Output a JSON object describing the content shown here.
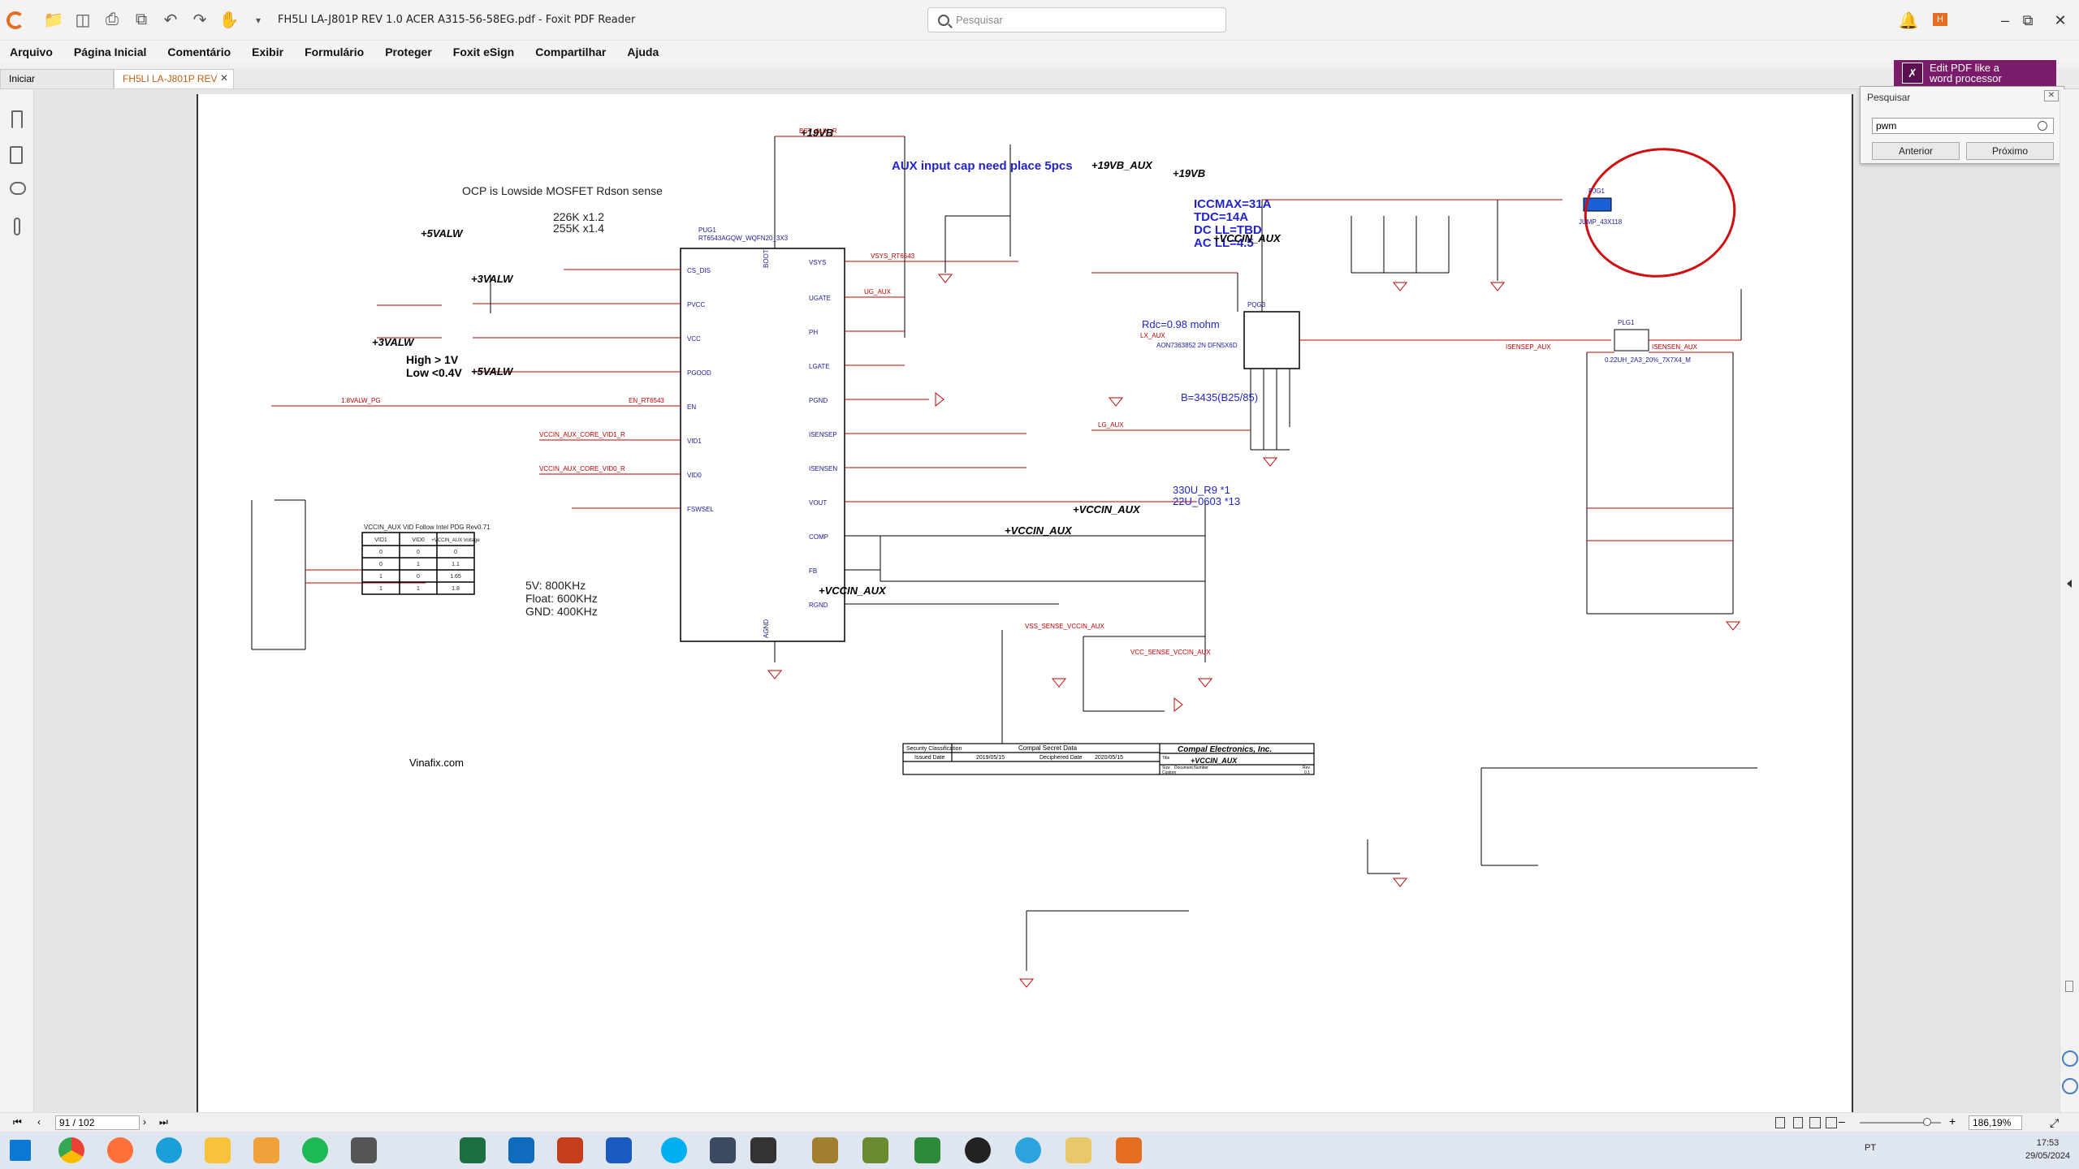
{
  "window": {
    "title": "FH5LI LA-J801P REV 1.0 ACER A315-56-58EG.pdf - Foxit PDF Reader",
    "search_placeholder": "Pesquisar",
    "account_initial": "H"
  },
  "menu": [
    "Arquivo",
    "Página Inicial",
    "Comentário",
    "Exibir",
    "Formulário",
    "Proteger",
    "Foxit eSign",
    "Compartilhar",
    "Ajuda"
  ],
  "tabs": [
    {
      "label": "Iniciar",
      "active": false
    },
    {
      "label": "FH5LI LA-J801P REV ...",
      "active": true
    }
  ],
  "edit_banner": {
    "line1": "Edit PDF like a",
    "line2": "word processor"
  },
  "search_panel": {
    "title": "Pesquisar",
    "query": "pwm",
    "prev_label": "Anterior",
    "next_label": "Próximo"
  },
  "statusbar": {
    "page": "91 / 102",
    "zoom": "186,19%"
  },
  "tray": {
    "lang": "PT",
    "time": "17:53",
    "date": "29/05/2024"
  },
  "schematic": {
    "notes": {
      "ocp": "OCP is Lowside MOSFET Rdson sense",
      "r1": "226K x1.2",
      "r2": "255K x1.4",
      "high": "High > 1V",
      "low": "Low <0.4V",
      "freq1": "5V: 800KHz",
      "freq2": "Float: 600KHz",
      "freq3": "GND: 400KHz",
      "aux_cap": "AUX input cap need place 5pcs",
      "iccmax": "ICCMAX=31A",
      "tdc": "TDC=14A",
      "dc": "DC LL=TBD",
      "ac": "AC LL=4.5",
      "rdc": "Rdc=0.98 mohm",
      "cap_a": "330U_R9   *1",
      "cap_b": "22U_0603   *13",
      "watermark": "Vinafix.com",
      "ntc": "B=3435(B25/85)"
    },
    "rails": {
      "v19vb": "+19VB",
      "v19vb_aux": "+19VB_AUX",
      "v5valw": "+5VALW",
      "v3valw": "+3VALW",
      "vccin_aux": "+VCCIN_AUX"
    },
    "ic": {
      "name": "RT6543AGQW_WQFN20_3X3",
      "ref": "PUG1",
      "pins_left": [
        "CS_DIS",
        "PVCC",
        "VCC",
        "PGOOD",
        "EN",
        "VID1",
        "VID0",
        "FSWSEL"
      ],
      "pins_right": [
        "VSYS",
        "UGATE",
        "PH",
        "LGATE",
        "PGND",
        "ISENSEP",
        "ISENSEN",
        "VOUT",
        "COMP",
        "FB",
        "RGND"
      ],
      "pin_top": "BOOT",
      "pin_bottom": "AGND"
    },
    "net_labels": [
      "BST_AUX_R",
      "UG_AUX",
      "LX_AUX",
      "LG_AUX",
      "VSYS_RT6543",
      "ISENSEP_AUX",
      "ISENSEN_AUX",
      "VSS_SENSE_VCCIN_AUX",
      "VCC_SENSE_VCCIN_AUX",
      "VCCIN_AUX_CORE_VID1_R",
      "VCCIN_AUX_CORE_VID0_R",
      "1.8VALW_PG",
      "EN_RT6543"
    ],
    "parts": {
      "fuse": "PJG1",
      "fuse_val": "JUMP_43X118",
      "inductor": "PLG1",
      "inductor_val": "0.22UH_2A3_20%_7X7X4_M",
      "mosfet": "PQG3",
      "mosfet_val": "AON7363852 2N DFN5X6D"
    },
    "vid_table": {
      "title": "VCCIN_AUX VID Follow Intel PDG Rev0.71",
      "headers": [
        "VID1",
        "VID0",
        "+VCCIN_AUX Voltage"
      ],
      "rows": [
        [
          "0",
          "0",
          "0"
        ],
        [
          "0",
          "1",
          "1.1"
        ],
        [
          "1",
          "0",
          "1.65"
        ],
        [
          "1",
          "1",
          "1.8"
        ]
      ]
    },
    "title_block": {
      "security": "Security Classification",
      "compal_secret": "Compal Secret Data",
      "issued": "Issued Date",
      "issued_val": "2019/05/15",
      "deciphered": "Deciphered Date",
      "deciphered_val": "2020/05/15",
      "company": "Compal Electronics, Inc.",
      "title_label": "Title",
      "sheet_title": "+VCCIN_AUX",
      "size_label": "Size",
      "doc_label": "Document Number",
      "rev_label": "Rev",
      "rev": "0.1",
      "custom": "Custom"
    }
  }
}
